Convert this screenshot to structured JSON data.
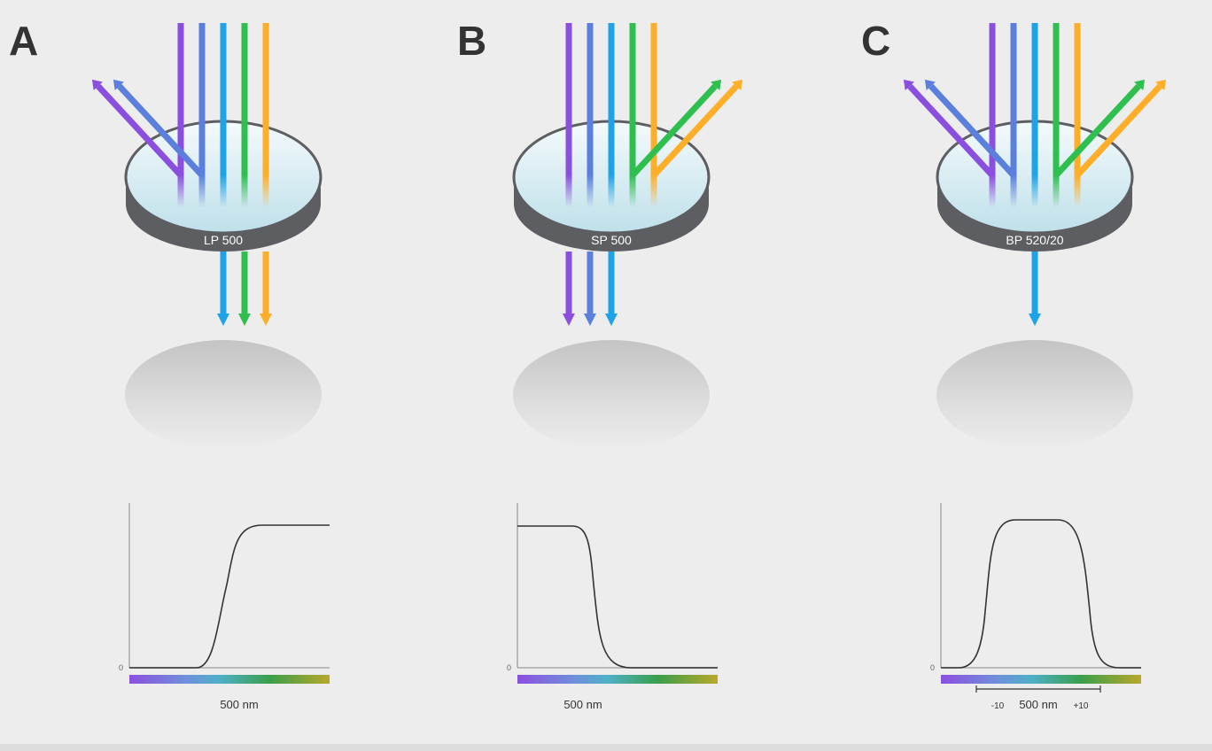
{
  "colors": {
    "background": "#ededed",
    "violet": "#8b4fe0",
    "indigo": "#5b7fdc",
    "blue": "#1fa3e8",
    "green": "#2fbf4f",
    "orange": "#ffae2a",
    "filter_rim": "#5d5e62",
    "filter_glass": "#e4f2f6",
    "curve": "#333333",
    "axis": "#aaaaaa"
  },
  "panels": [
    {
      "id": "A",
      "letter": "A",
      "filter_label": "LP 500",
      "filter_type": "long-pass",
      "reflected_beams": [
        "violet",
        "indigo"
      ],
      "transmitted_beams": [
        "blue",
        "green",
        "orange"
      ],
      "plot": {
        "zero_label": "0",
        "axis_label": "500 nm",
        "bandwidth_minus": "",
        "bandwidth_plus": ""
      }
    },
    {
      "id": "B",
      "letter": "B",
      "filter_label": "SP 500",
      "filter_type": "short-pass",
      "reflected_beams": [
        "green",
        "orange"
      ],
      "transmitted_beams": [
        "violet",
        "indigo",
        "blue"
      ],
      "plot": {
        "zero_label": "0",
        "axis_label": "500 nm",
        "bandwidth_minus": "",
        "bandwidth_plus": ""
      }
    },
    {
      "id": "C",
      "letter": "C",
      "filter_label": "BP 520/20",
      "filter_type": "band-pass",
      "reflected_beams": [
        "violet",
        "indigo",
        "green",
        "orange"
      ],
      "transmitted_beams": [
        "blue"
      ],
      "plot": {
        "zero_label": "0",
        "axis_label": "500 nm",
        "bandwidth_minus": "-10",
        "bandwidth_plus": "+10"
      }
    }
  ]
}
